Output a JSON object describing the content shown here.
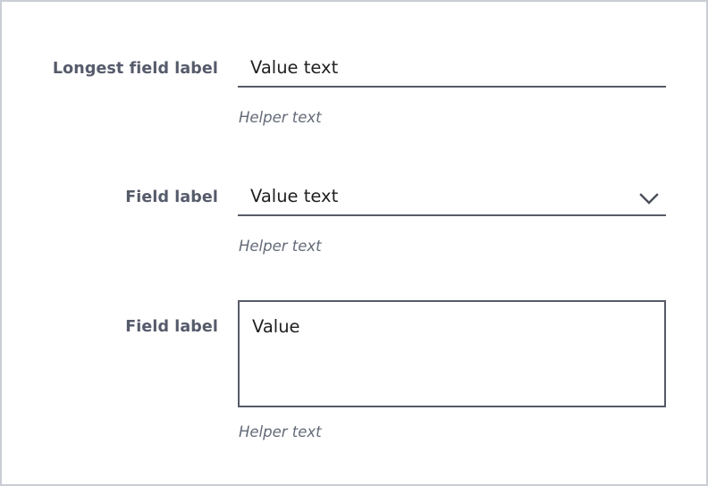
{
  "page": {
    "background_color": "#ffffff",
    "border_color": "#c9ced6",
    "label_color": "#565b6b",
    "value_color": "#212121",
    "helper_color": "#636a77",
    "rule_color": "#575b66"
  },
  "form": {
    "fields": [
      {
        "id": "longest-field",
        "type": "text-input",
        "label": "Longest field label",
        "value": "Value text",
        "helper": "Helper text",
        "icon": null
      },
      {
        "id": "select-field",
        "type": "select",
        "label": "Field label",
        "value": "Value text",
        "helper": "Helper text",
        "icon": "chevron-down-icon"
      },
      {
        "id": "textarea-field",
        "type": "textarea",
        "label": "Field label",
        "value": "Value",
        "helper": "Helper text",
        "icon": null
      }
    ]
  }
}
